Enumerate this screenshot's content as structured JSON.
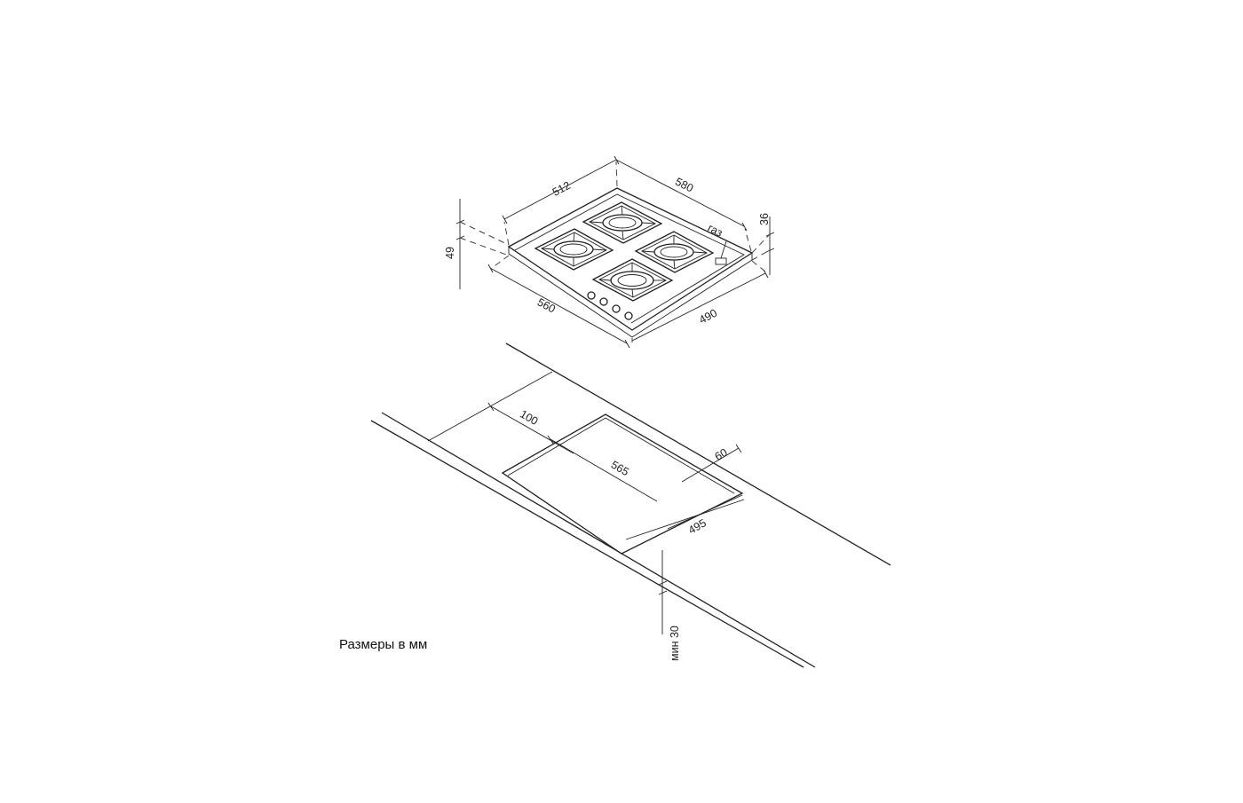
{
  "diagram": {
    "hob": {
      "dimensions": {
        "top_depth": "512",
        "top_width": "580",
        "bottom_depth": "560",
        "bottom_width": "490",
        "height_total": "49",
        "height_right": "36"
      },
      "gas_label": "газ",
      "burner_count": 4,
      "knob_count": 4
    },
    "cutout": {
      "dimensions": {
        "back_gap": "100",
        "side_gap": "60",
        "width": "565",
        "depth": "495",
        "min_thickness": "мин 30"
      }
    },
    "caption": "Размеры в мм"
  }
}
